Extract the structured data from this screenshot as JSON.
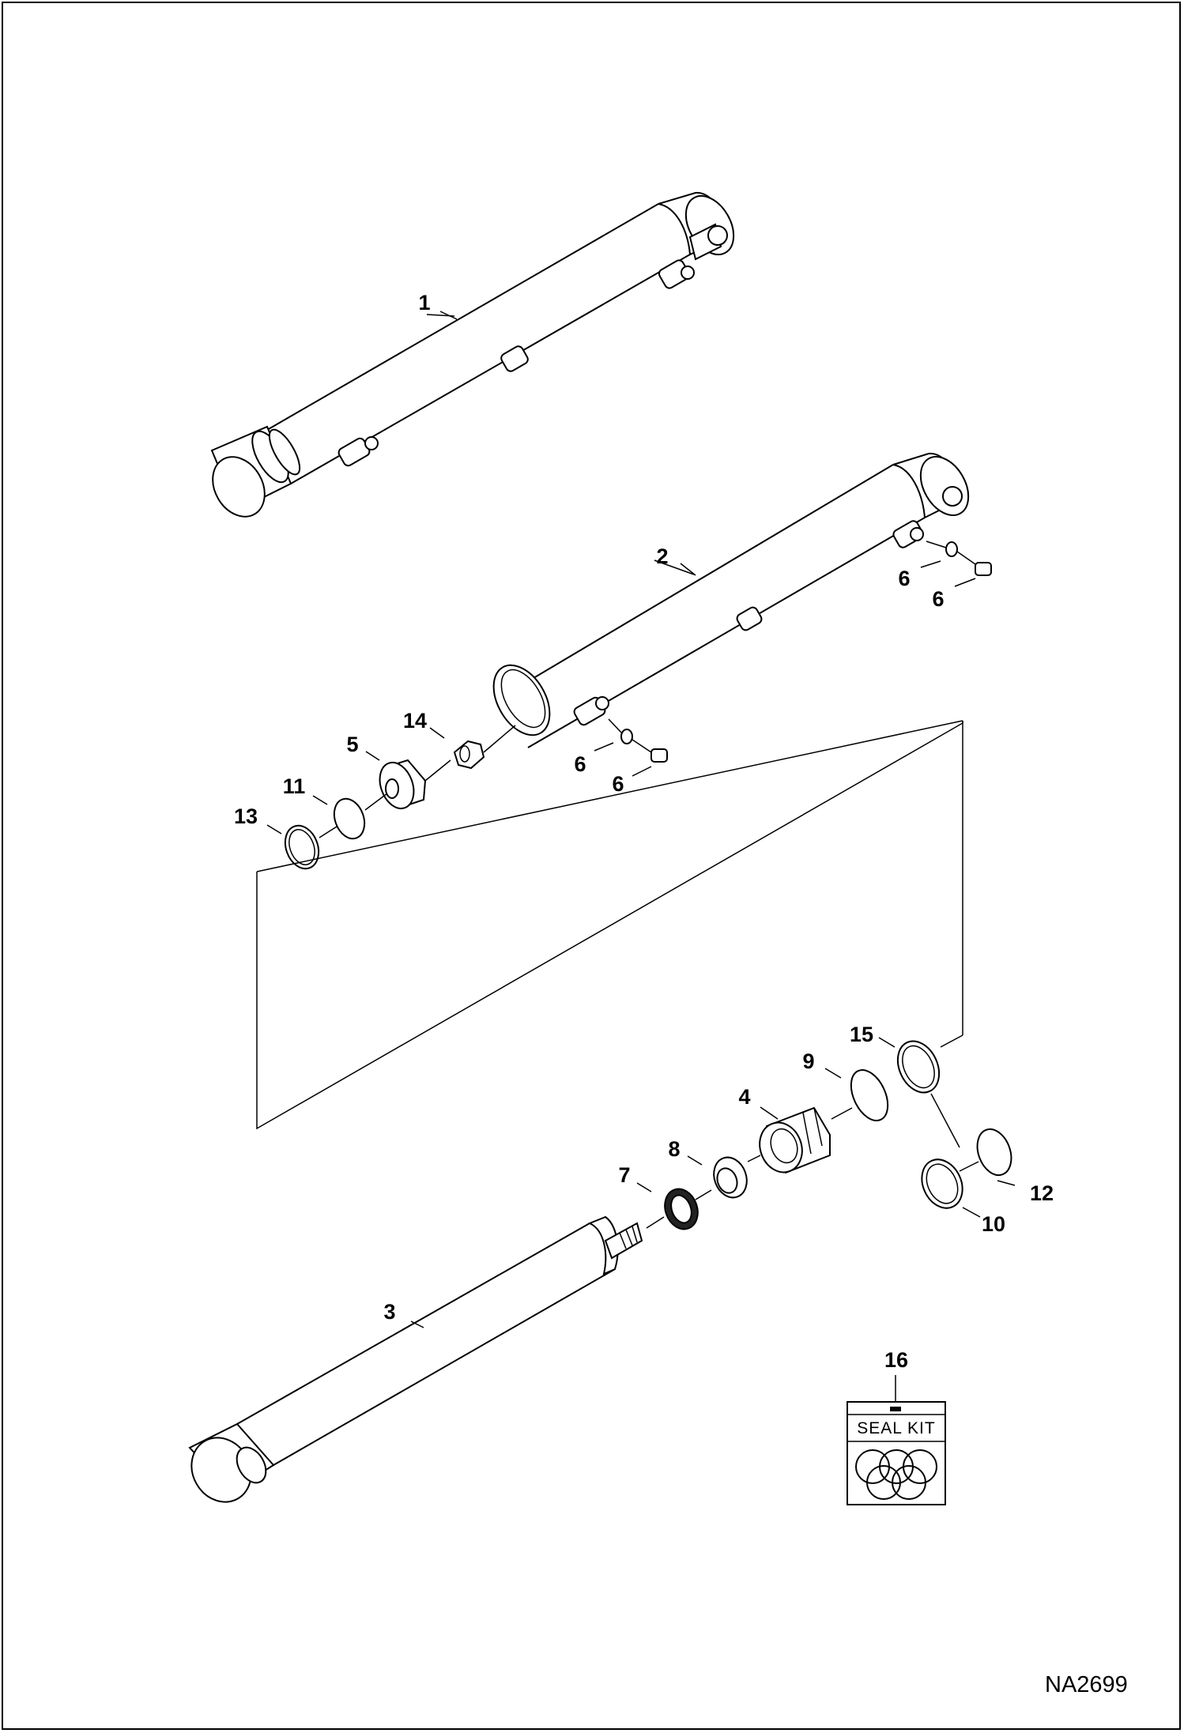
{
  "diagram": {
    "callouts": [
      "1",
      "2",
      "3",
      "4",
      "5",
      "6",
      "6",
      "6",
      "6",
      "7",
      "8",
      "9",
      "10",
      "11",
      "12",
      "13",
      "14",
      "15",
      "16"
    ],
    "seal_kit_label": "SEAL KIT",
    "drawing_id": "NA2699"
  }
}
